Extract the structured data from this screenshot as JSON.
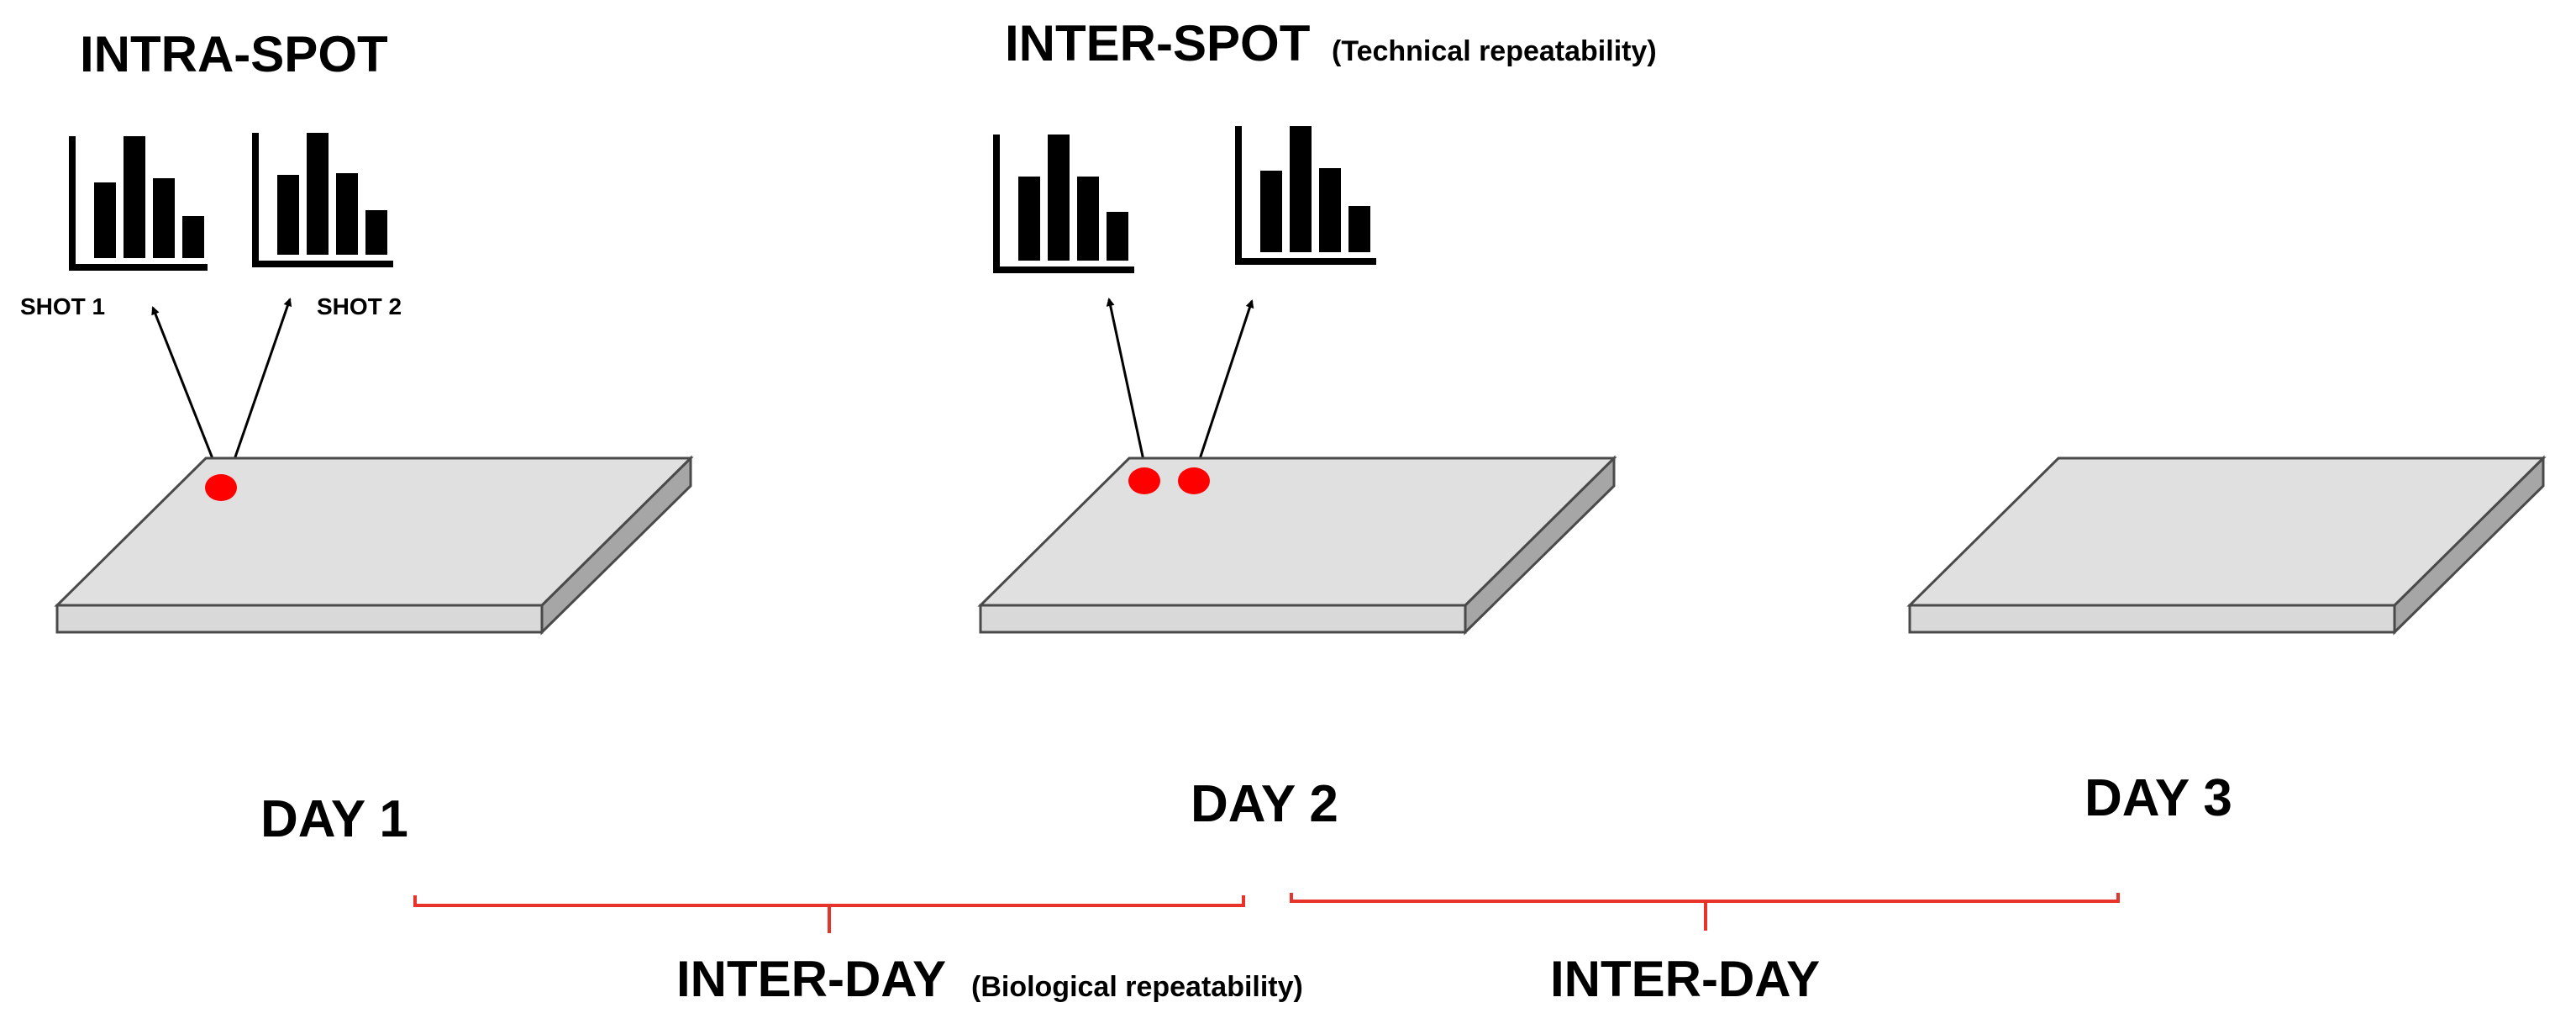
{
  "headings": {
    "intra_spot": "INTRA-SPOT",
    "inter_spot": "INTER-SPOT",
    "inter_spot_note": "(Technical repeatability)"
  },
  "shots": {
    "shot1": "SHOT 1",
    "shot2": "SHOT 2"
  },
  "days": {
    "day1": "DAY 1",
    "day2": "DAY 2",
    "day3": "DAY 3"
  },
  "brackets": {
    "interday_1": "INTER-DAY",
    "interday_1_note": "(Biological repeatability)",
    "interday_2": "INTER-DAY"
  },
  "colors": {
    "spot": "#ff0000",
    "bracket": "#e8332a",
    "plate_top": "#e0e0e0",
    "plate_side": "#a6a6a6",
    "plate_edge": "#4a4a4a",
    "bars": "#000000"
  },
  "icons": {
    "chart_icon": "bar-chart-icon",
    "arrow": "arrow-up-icon"
  }
}
